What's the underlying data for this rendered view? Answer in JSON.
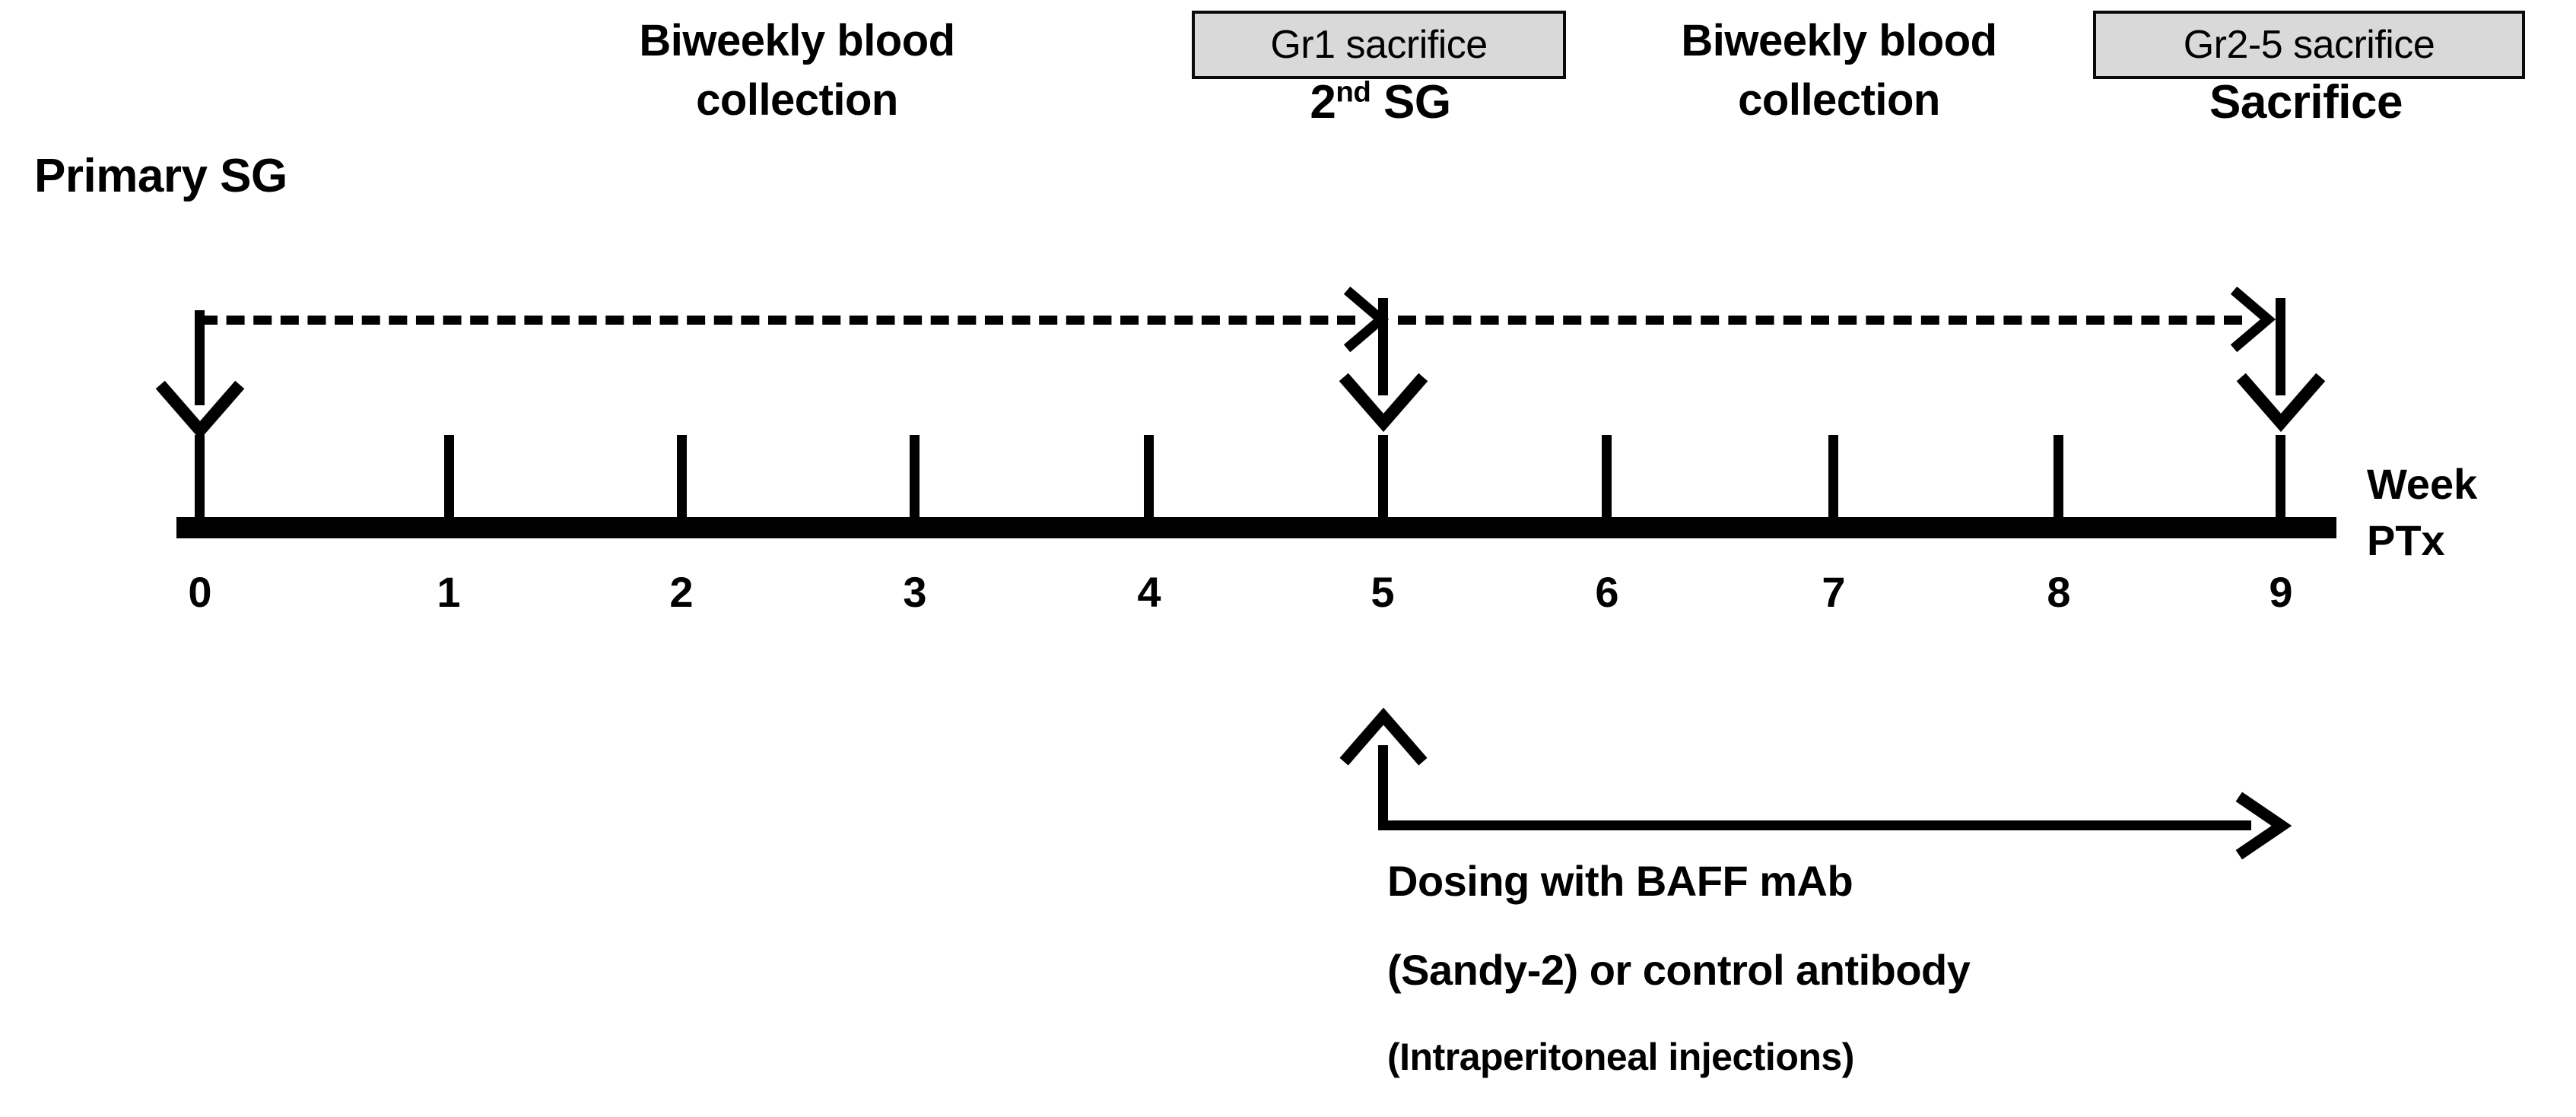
{
  "figure": {
    "type": "study-timeline",
    "axis_label_line1": "Week",
    "axis_label_line2": "PTx"
  },
  "top_labels": {
    "primary_sg": "Primary SG",
    "biweekly_1_line1": "Biweekly blood",
    "biweekly_1_line2": "collection",
    "second_sg_prefix": "2",
    "second_sg_sup": "nd",
    "second_sg_suffix": " SG",
    "biweekly_2_line1": "Biweekly blood",
    "biweekly_2_line2": "collection",
    "sacrifice": "Sacrifice"
  },
  "boxes": [
    {
      "id": "gr1",
      "label": "Gr1 sacrifice",
      "fill": "#d9d9d9",
      "border": "#0a0a0a"
    },
    {
      "id": "gr2_5",
      "label": "Gr2-5 sacrifice",
      "fill": "#d9d9d9",
      "border": "#0a0a0a"
    }
  ],
  "timeline": {
    "unit": "Week PTx",
    "ticks": [
      {
        "week": 0,
        "label": "0"
      },
      {
        "week": 1,
        "label": "1"
      },
      {
        "week": 2,
        "label": "2"
      },
      {
        "week": 3,
        "label": "3"
      },
      {
        "week": 4,
        "label": "4"
      },
      {
        "week": 5,
        "label": "5"
      },
      {
        "week": 6,
        "label": "6"
      },
      {
        "week": 7,
        "label": "7"
      },
      {
        "week": 8,
        "label": "8"
      },
      {
        "week": 9,
        "label": "9"
      }
    ],
    "events": [
      {
        "week": 0,
        "marker": "down-arrow",
        "label": "Primary SG"
      },
      {
        "week": 5,
        "marker": "down-arrow",
        "label": "2nd SG / Gr1 sacrifice"
      },
      {
        "week": 9,
        "marker": "down-arrow",
        "label": "Sacrifice / Gr2-5 sacrifice"
      }
    ],
    "spans": [
      {
        "from_week": 0,
        "to_week": 5,
        "style": "dashed",
        "label": "Biweekly blood collection"
      },
      {
        "from_week": 5,
        "to_week": 9,
        "style": "dashed",
        "label": "Biweekly blood collection"
      }
    ]
  },
  "dosing": {
    "line1": "Dosing with BAFF mAb",
    "line2": "(Sandy-2) or control antibody",
    "line3": "(Intraperitoneal  injections)",
    "start_week": 5,
    "end_week": 9,
    "direction": "right"
  },
  "chart_data": {
    "type": "timeline",
    "title": "",
    "xlabel": "Week PTx",
    "categories": [
      "0",
      "1",
      "2",
      "3",
      "4",
      "5",
      "6",
      "7",
      "8",
      "9"
    ],
    "xlim": [
      0,
      9
    ],
    "grid": false,
    "legend": "none",
    "annotations": [
      {
        "x": 0,
        "text": "Primary SG",
        "marker": "down-arrow"
      },
      {
        "x": 2.5,
        "text": "Biweekly blood collection",
        "marker": "dashed-span",
        "span": [
          0,
          5
        ]
      },
      {
        "x": 5,
        "text": "2nd SG",
        "marker": "down-arrow"
      },
      {
        "x": 5,
        "text": "Gr1 sacrifice",
        "marker": "grey-box"
      },
      {
        "x": 7,
        "text": "Biweekly blood collection",
        "marker": "dashed-span",
        "span": [
          5,
          9
        ]
      },
      {
        "x": 9,
        "text": "Sacrifice",
        "marker": "down-arrow"
      },
      {
        "x": 9,
        "text": "Gr2-5 sacrifice",
        "marker": "grey-box"
      },
      {
        "x": 5,
        "text": "Dosing with BAFF mAb (Sandy-2) or control antibody (Intraperitoneal injections)",
        "marker": "right-arrow",
        "span": [
          5,
          9
        ]
      }
    ]
  }
}
